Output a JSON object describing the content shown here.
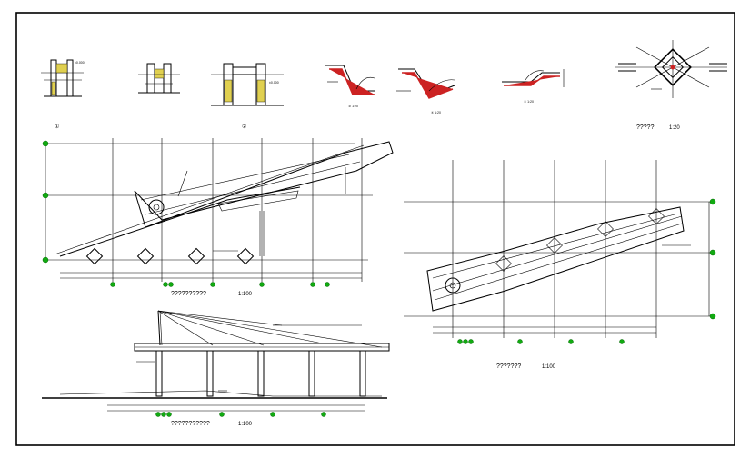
{
  "titles": {
    "plan_left": "??????????",
    "plan_left_scale": "1:100",
    "elevation": "???????????",
    "elevation_scale": "1:100",
    "plan_right": "???????",
    "plan_right_scale": "1:100",
    "node_detail": "?????",
    "node_detail_scale": "1:20"
  },
  "detail_markers": {
    "d1": "①",
    "d2": "②",
    "d3": "③ 1:20",
    "d4": "④ 1:20",
    "d5": "⑤ 1:20"
  }
}
